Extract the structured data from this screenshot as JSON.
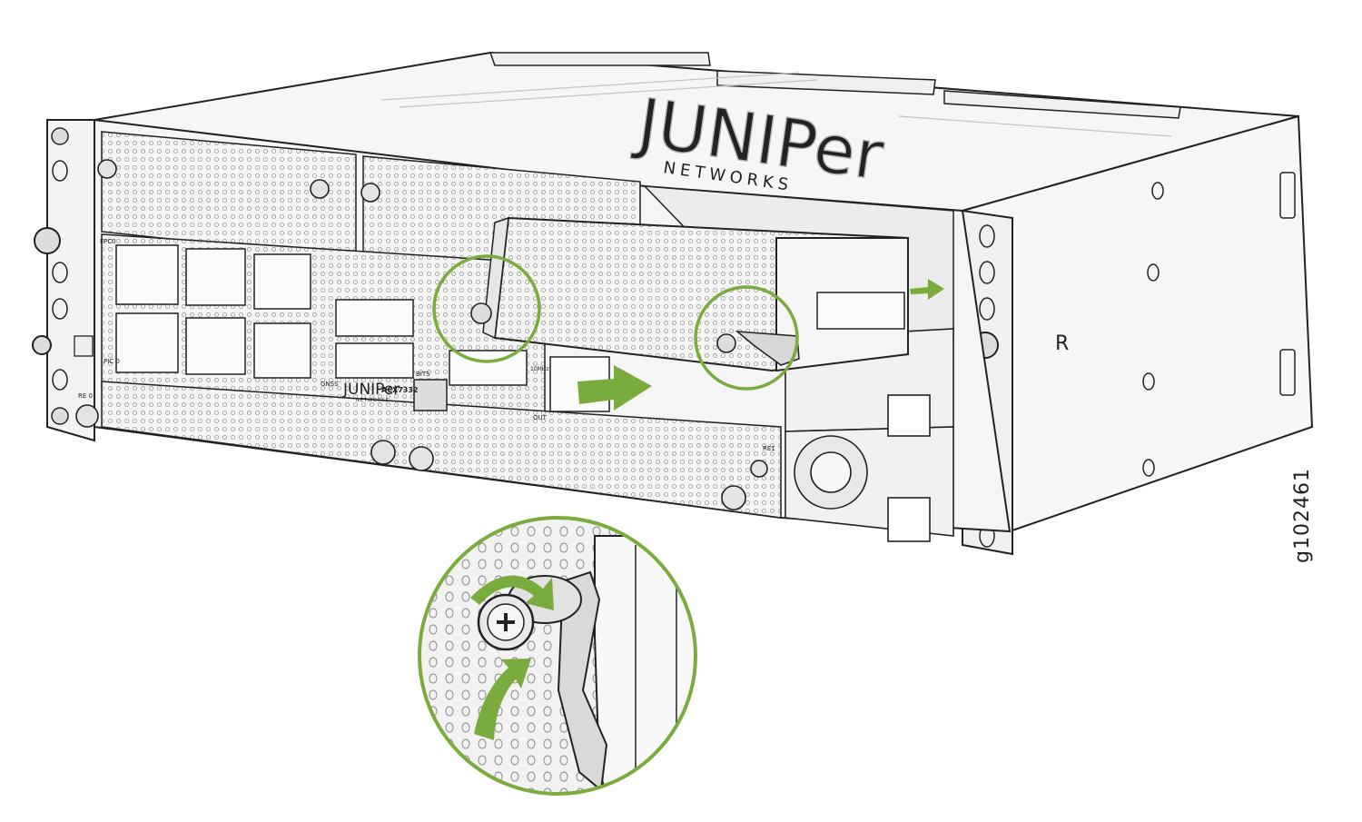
{
  "figure": {
    "id": "g102461",
    "brand_logo_text": "JUNIPer",
    "brand_logo_subtext": "NETWORKS",
    "top_watermark_text": "JUNIPer",
    "top_watermark_subtext": "NETWORKS",
    "model_label": "ACX7332",
    "chassis_letter": "R",
    "port_labels": {
      "fpc0": "FPC0",
      "pic0": "PIC 0",
      "re0": "RE 0",
      "re1": "RE1",
      "gnss": "GNSS",
      "bits": "BITS",
      "out": "OUT",
      "tenmhz": "10MHz"
    },
    "callout_count": 2
  },
  "colors": {
    "accent_green": "#7aab3f",
    "line": "#222222",
    "chassis_fill": "#f4f4f4",
    "panel_fill": "#e9e9e9"
  },
  "icons": [
    "arrow-right-icon",
    "rotate-clockwise-arrow-icon",
    "lever-up-arrow-icon",
    "thumbscrew-icon"
  ]
}
